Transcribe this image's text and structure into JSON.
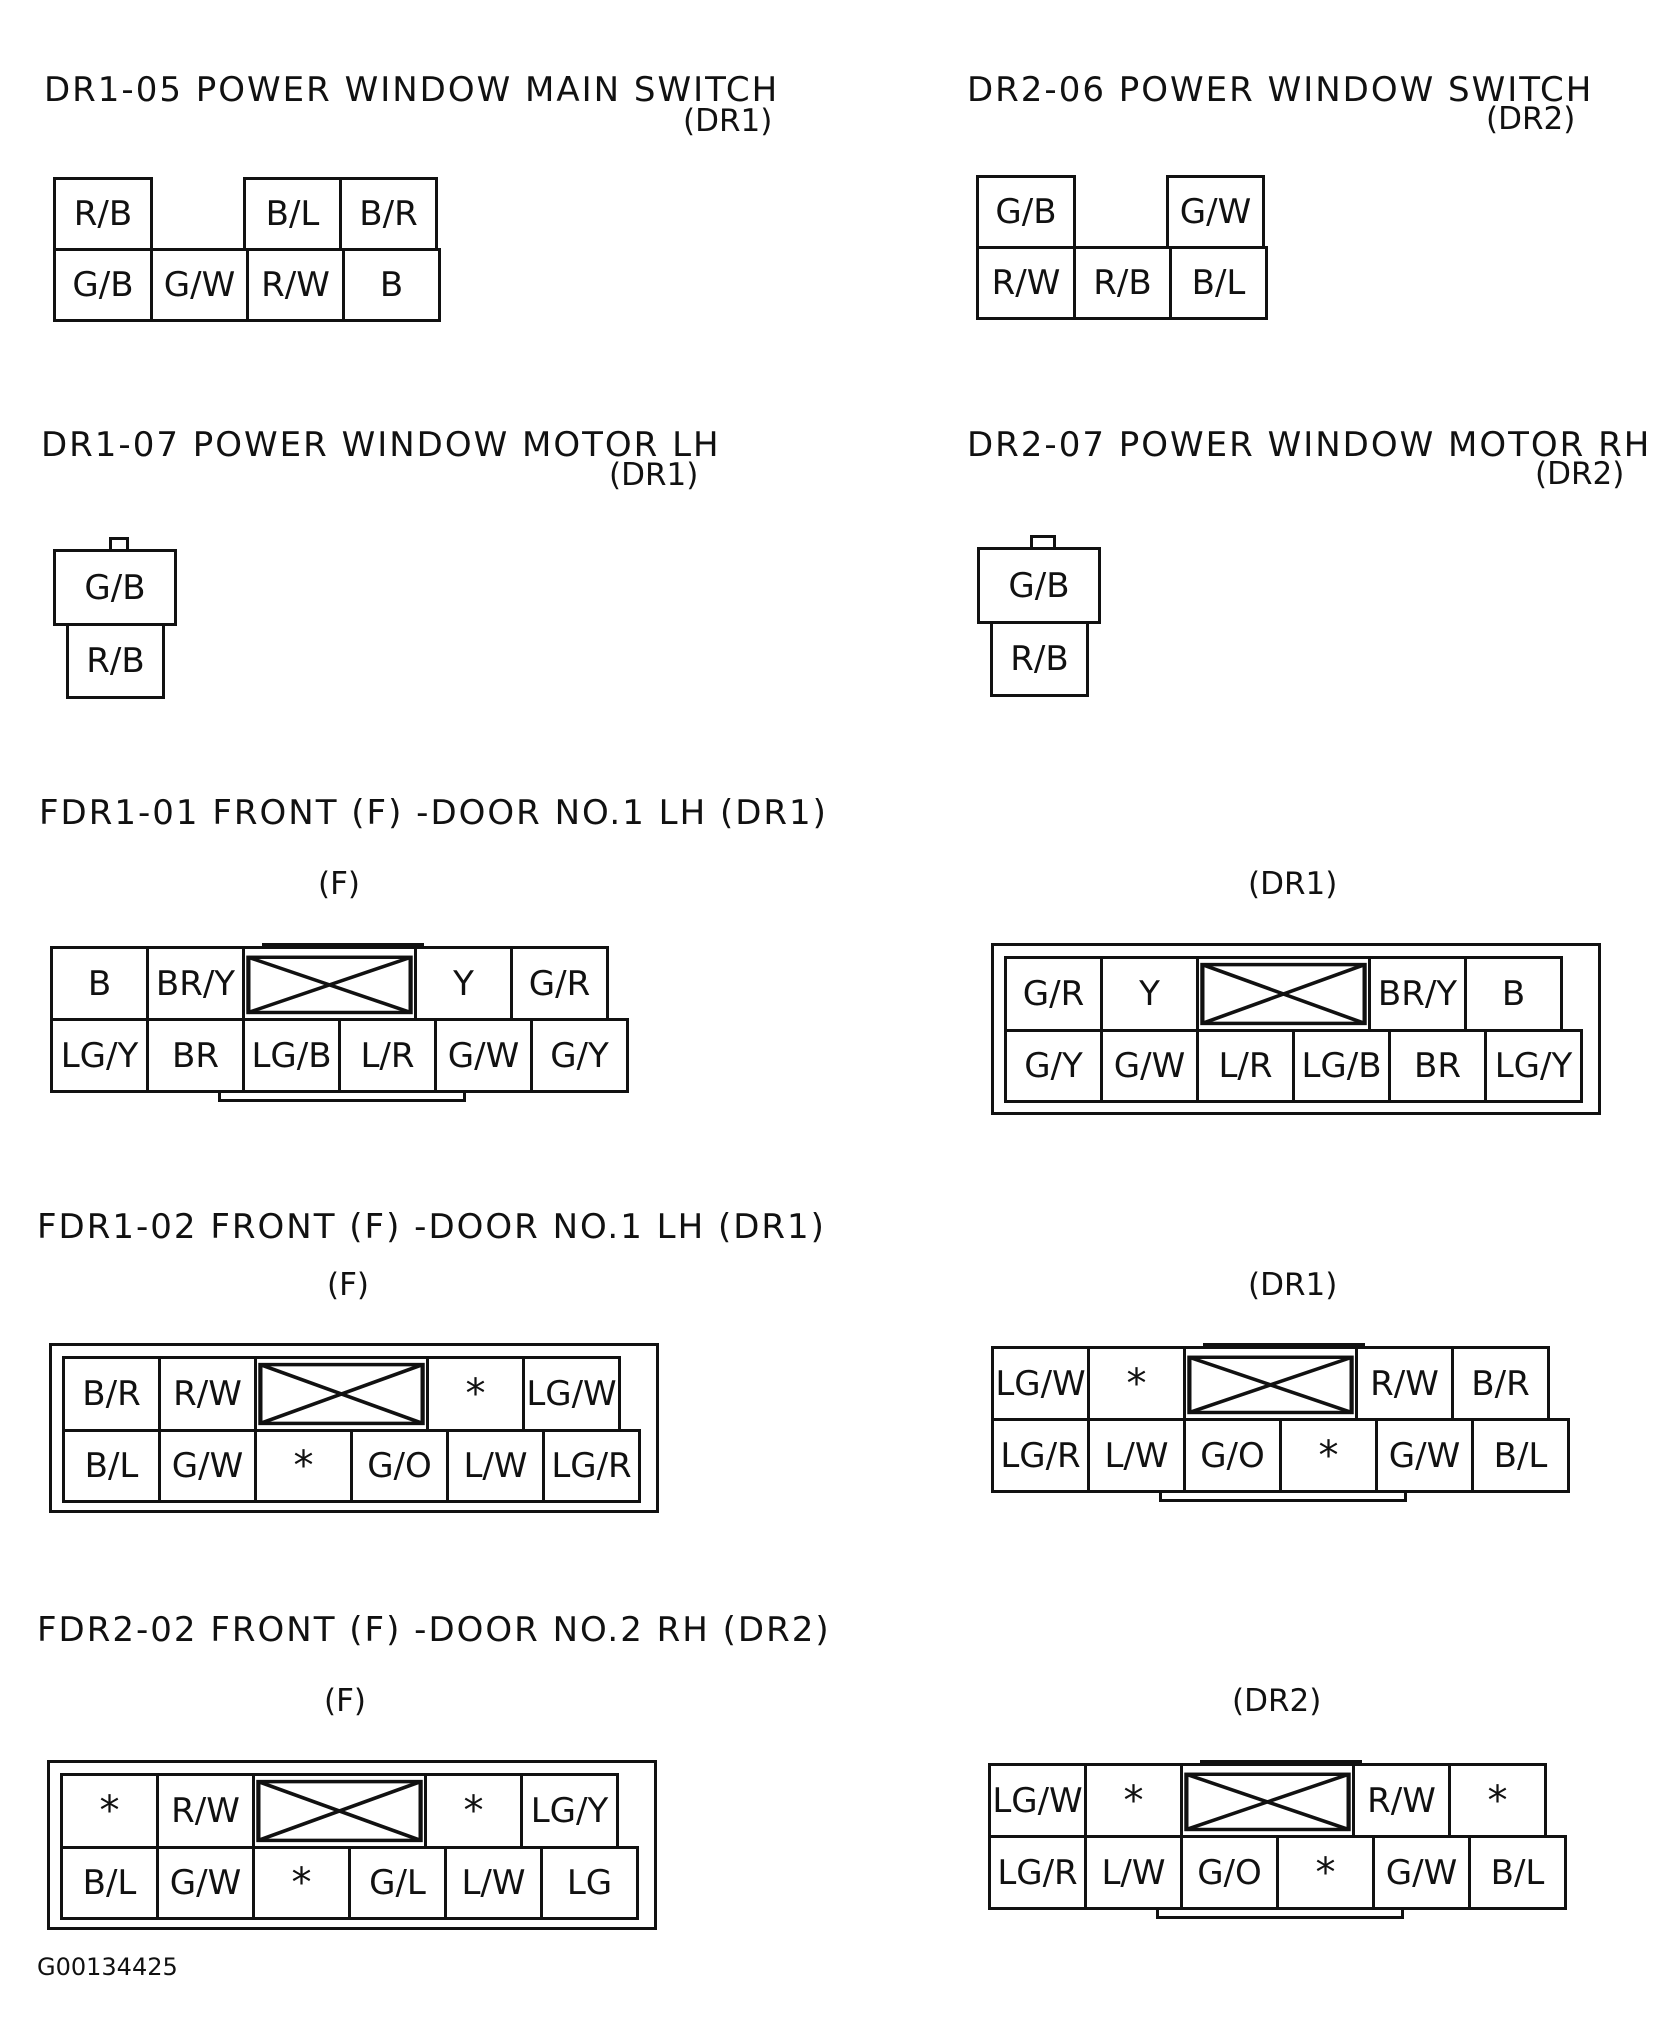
{
  "titles": {
    "dr1_05": "DR1-05 POWER WINDOW MAIN SWITCH",
    "dr1_05_sub": "(DR1)",
    "dr2_06": "DR2-06 POWER WINDOW SWITCH",
    "dr2_06_sub": "(DR2)",
    "dr1_07": "DR1-07 POWER WINDOW MOTOR LH",
    "dr1_07_sub": "(DR1)",
    "dr2_07": "DR2-07 POWER WINDOW MOTOR RH",
    "dr2_07_sub": "(DR2)",
    "fdr1_01": "FDR1-01 FRONT (F) -DOOR NO.1 LH (DR1)",
    "fdr1_02": "FDR1-02 FRONT (F) -DOOR NO.1 LH (DR1)",
    "fdr2_02": "FDR2-02 FRONT (F) -DOOR NO.2 RH (DR2)"
  },
  "side_labels": {
    "fdr1_01_left": "(F)",
    "fdr1_01_right": "(DR1)",
    "fdr1_02_left": "(F)",
    "fdr1_02_right": "(DR1)",
    "fdr2_02_left": "(F)",
    "fdr2_02_right": "(DR2)"
  },
  "connectors": {
    "dr1_05": {
      "top": [
        "R/B",
        "",
        "B/L",
        "B/R"
      ],
      "bottom": [
        "G/B",
        "G/W",
        "R/W",
        "B"
      ]
    },
    "dr2_06": {
      "top": [
        "G/B",
        "",
        "G/W"
      ],
      "bottom": [
        "R/W",
        "R/B",
        "B/L"
      ]
    },
    "dr1_07": {
      "pins": [
        "G/B",
        "R/B"
      ]
    },
    "dr2_07": {
      "pins": [
        "G/B",
        "R/B"
      ]
    },
    "fdr1_01_f": {
      "top": [
        "B",
        "BR/Y",
        "X",
        "Y",
        "G/R"
      ],
      "bottom": [
        "LG/Y",
        "BR",
        "LG/B",
        "L/R",
        "G/W",
        "G/Y"
      ]
    },
    "fdr1_01_dr1": {
      "top": [
        "G/R",
        "Y",
        "X",
        "BR/Y",
        "B"
      ],
      "bottom": [
        "G/Y",
        "G/W",
        "L/R",
        "LG/B",
        "BR",
        "LG/Y"
      ]
    },
    "fdr1_02_f": {
      "top": [
        "B/R",
        "R/W",
        "X",
        "*",
        "LG/W"
      ],
      "bottom": [
        "B/L",
        "G/W",
        "*",
        "G/O",
        "L/W",
        "LG/R"
      ]
    },
    "fdr1_02_dr1": {
      "top": [
        "LG/W",
        "*",
        "X",
        "R/W",
        "B/R"
      ],
      "bottom": [
        "LG/R",
        "L/W",
        "G/O",
        "*",
        "G/W",
        "B/L"
      ]
    },
    "fdr2_02_f": {
      "top": [
        "*",
        "R/W",
        "X",
        "*",
        "LG/Y"
      ],
      "bottom": [
        "B/L",
        "G/W",
        "*",
        "G/L",
        "L/W",
        "LG"
      ]
    },
    "fdr2_02_dr2": {
      "top": [
        "LG/W",
        "*",
        "X",
        "R/W",
        "*"
      ],
      "bottom": [
        "LG/R",
        "L/W",
        "G/O",
        "*",
        "G/W",
        "B/L"
      ]
    }
  },
  "figure_code": "G00134425"
}
